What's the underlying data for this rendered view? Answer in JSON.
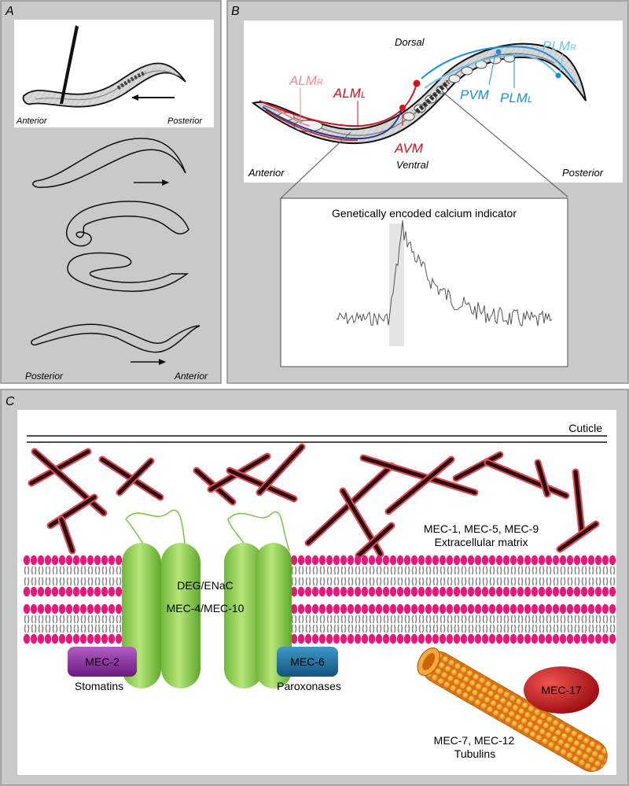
{
  "panel_a": {
    "letter": "A",
    "top_anterior": "Anterior",
    "top_posterior": "Posterior",
    "bottom_posterior": "Posterior",
    "bottom_anterior": "Anterior"
  },
  "panel_b": {
    "letter": "B",
    "dorsal": "Dorsal",
    "ventral": "Ventral",
    "anterior": "Anterior",
    "posterior": "Posterior",
    "neurons": {
      "alm_r": "ALM",
      "alm_r_sub": "R",
      "alm_l": "ALM",
      "alm_l_sub": "L",
      "avm": "AVM",
      "pvm": "PVM",
      "plm_l": "PLM",
      "plm_l_sub": "L",
      "plm_r": "PLM",
      "plm_r_sub": "R"
    },
    "inset_title": "Genetically encoded calcium indicator"
  },
  "panel_c": {
    "letter": "C",
    "cuticle": "Cuticle",
    "ecm_line1": "MEC-1, MEC-5, MEC-9",
    "ecm_line2": "Extracellular matrix",
    "channel_line1": "DEG/ENaC",
    "channel_line2": "MEC-4/MEC-10",
    "mec2": "MEC-2",
    "stomatins": "Stomatins",
    "mec6": "MEC-6",
    "paroxonases": "Paroxonases",
    "mec17": "MEC-17",
    "tub_line1": "MEC-7, MEC-12",
    "tub_line2": "Tubulins"
  },
  "colors": {
    "panel_bg": "#c9c9c9",
    "red_neuron": "#d0111b",
    "pink_neuron": "#ef8a8f",
    "blue_neuron": "#1d8fd6",
    "light_blue_neuron": "#6fc3ee",
    "lipid_head": "#e6187a",
    "channel_green": "#8fd14f",
    "mec2_purple": "#8b2e9e",
    "mec6_blue": "#1f6e9e",
    "mec17_red": "#c8141b",
    "tubulin_orange": "#e5820f"
  }
}
